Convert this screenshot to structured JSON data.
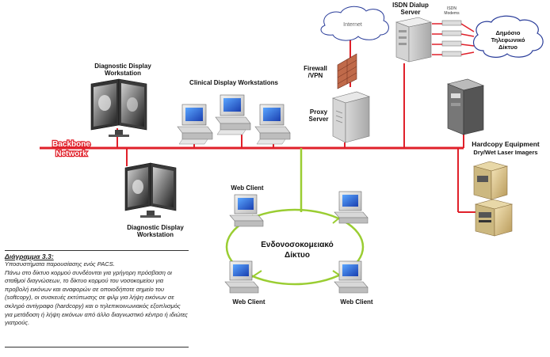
{
  "labels": {
    "diag_top": [
      "Diagnostic Display",
      "Workstation"
    ],
    "clinical": "Clinical Display Workstations",
    "firewall": [
      "Firewall",
      "/VPN"
    ],
    "proxy": [
      "Proxy",
      "Server"
    ],
    "isdn_server": [
      "ISDN Dialup",
      "Server"
    ],
    "isdn_modems": [
      "ISDN",
      "Modems"
    ],
    "public_net": [
      "Δημόσιο",
      "Τηλεφωνικό",
      "Δίκτυο"
    ],
    "internet": "Internet",
    "backbone": [
      "Backbone",
      "Network"
    ],
    "hardcopy": [
      "Hardcopy Equipment",
      "Dry/Wet Laser Imagers"
    ],
    "diag_bottom": [
      "Diagnostic Display",
      "Workstation"
    ],
    "web_client": "Web Client",
    "intranet": [
      "Ενδονοσοκομειακό",
      "Δίκτυο"
    ]
  },
  "caption": {
    "title": "Διάγραμμα 3.3:",
    "subtitle": "Υποσυστήματα παρουσίασης ενός PACS.",
    "body": "Πάνω στο δίκτυο κορμού συνδέονται για γρήγορη πρόσβαση οι σταθμοί διαγνώσεων, το δίκτυο κορμού του νοσοκομείου για προβολή εικόνων και αναφορών σε οποιοδήποτε σημείο του (softcopy), οι συσκευές εκτύπωσης σε φιλμ για λήψη εικόνων σε σκληρό αντίγραφο (hardcopy) και ο τηλεπικοινωνιακός εξοπλισμός για μετάδοση ή λήψη εικόνων από άλλο διαγνωστικό κέντρο ή ιδιώτες γιατρούς."
  },
  "colors": {
    "backbone": "#e0202a",
    "lan": "#9acd32",
    "cloud_stroke": "#2a3d9a"
  }
}
